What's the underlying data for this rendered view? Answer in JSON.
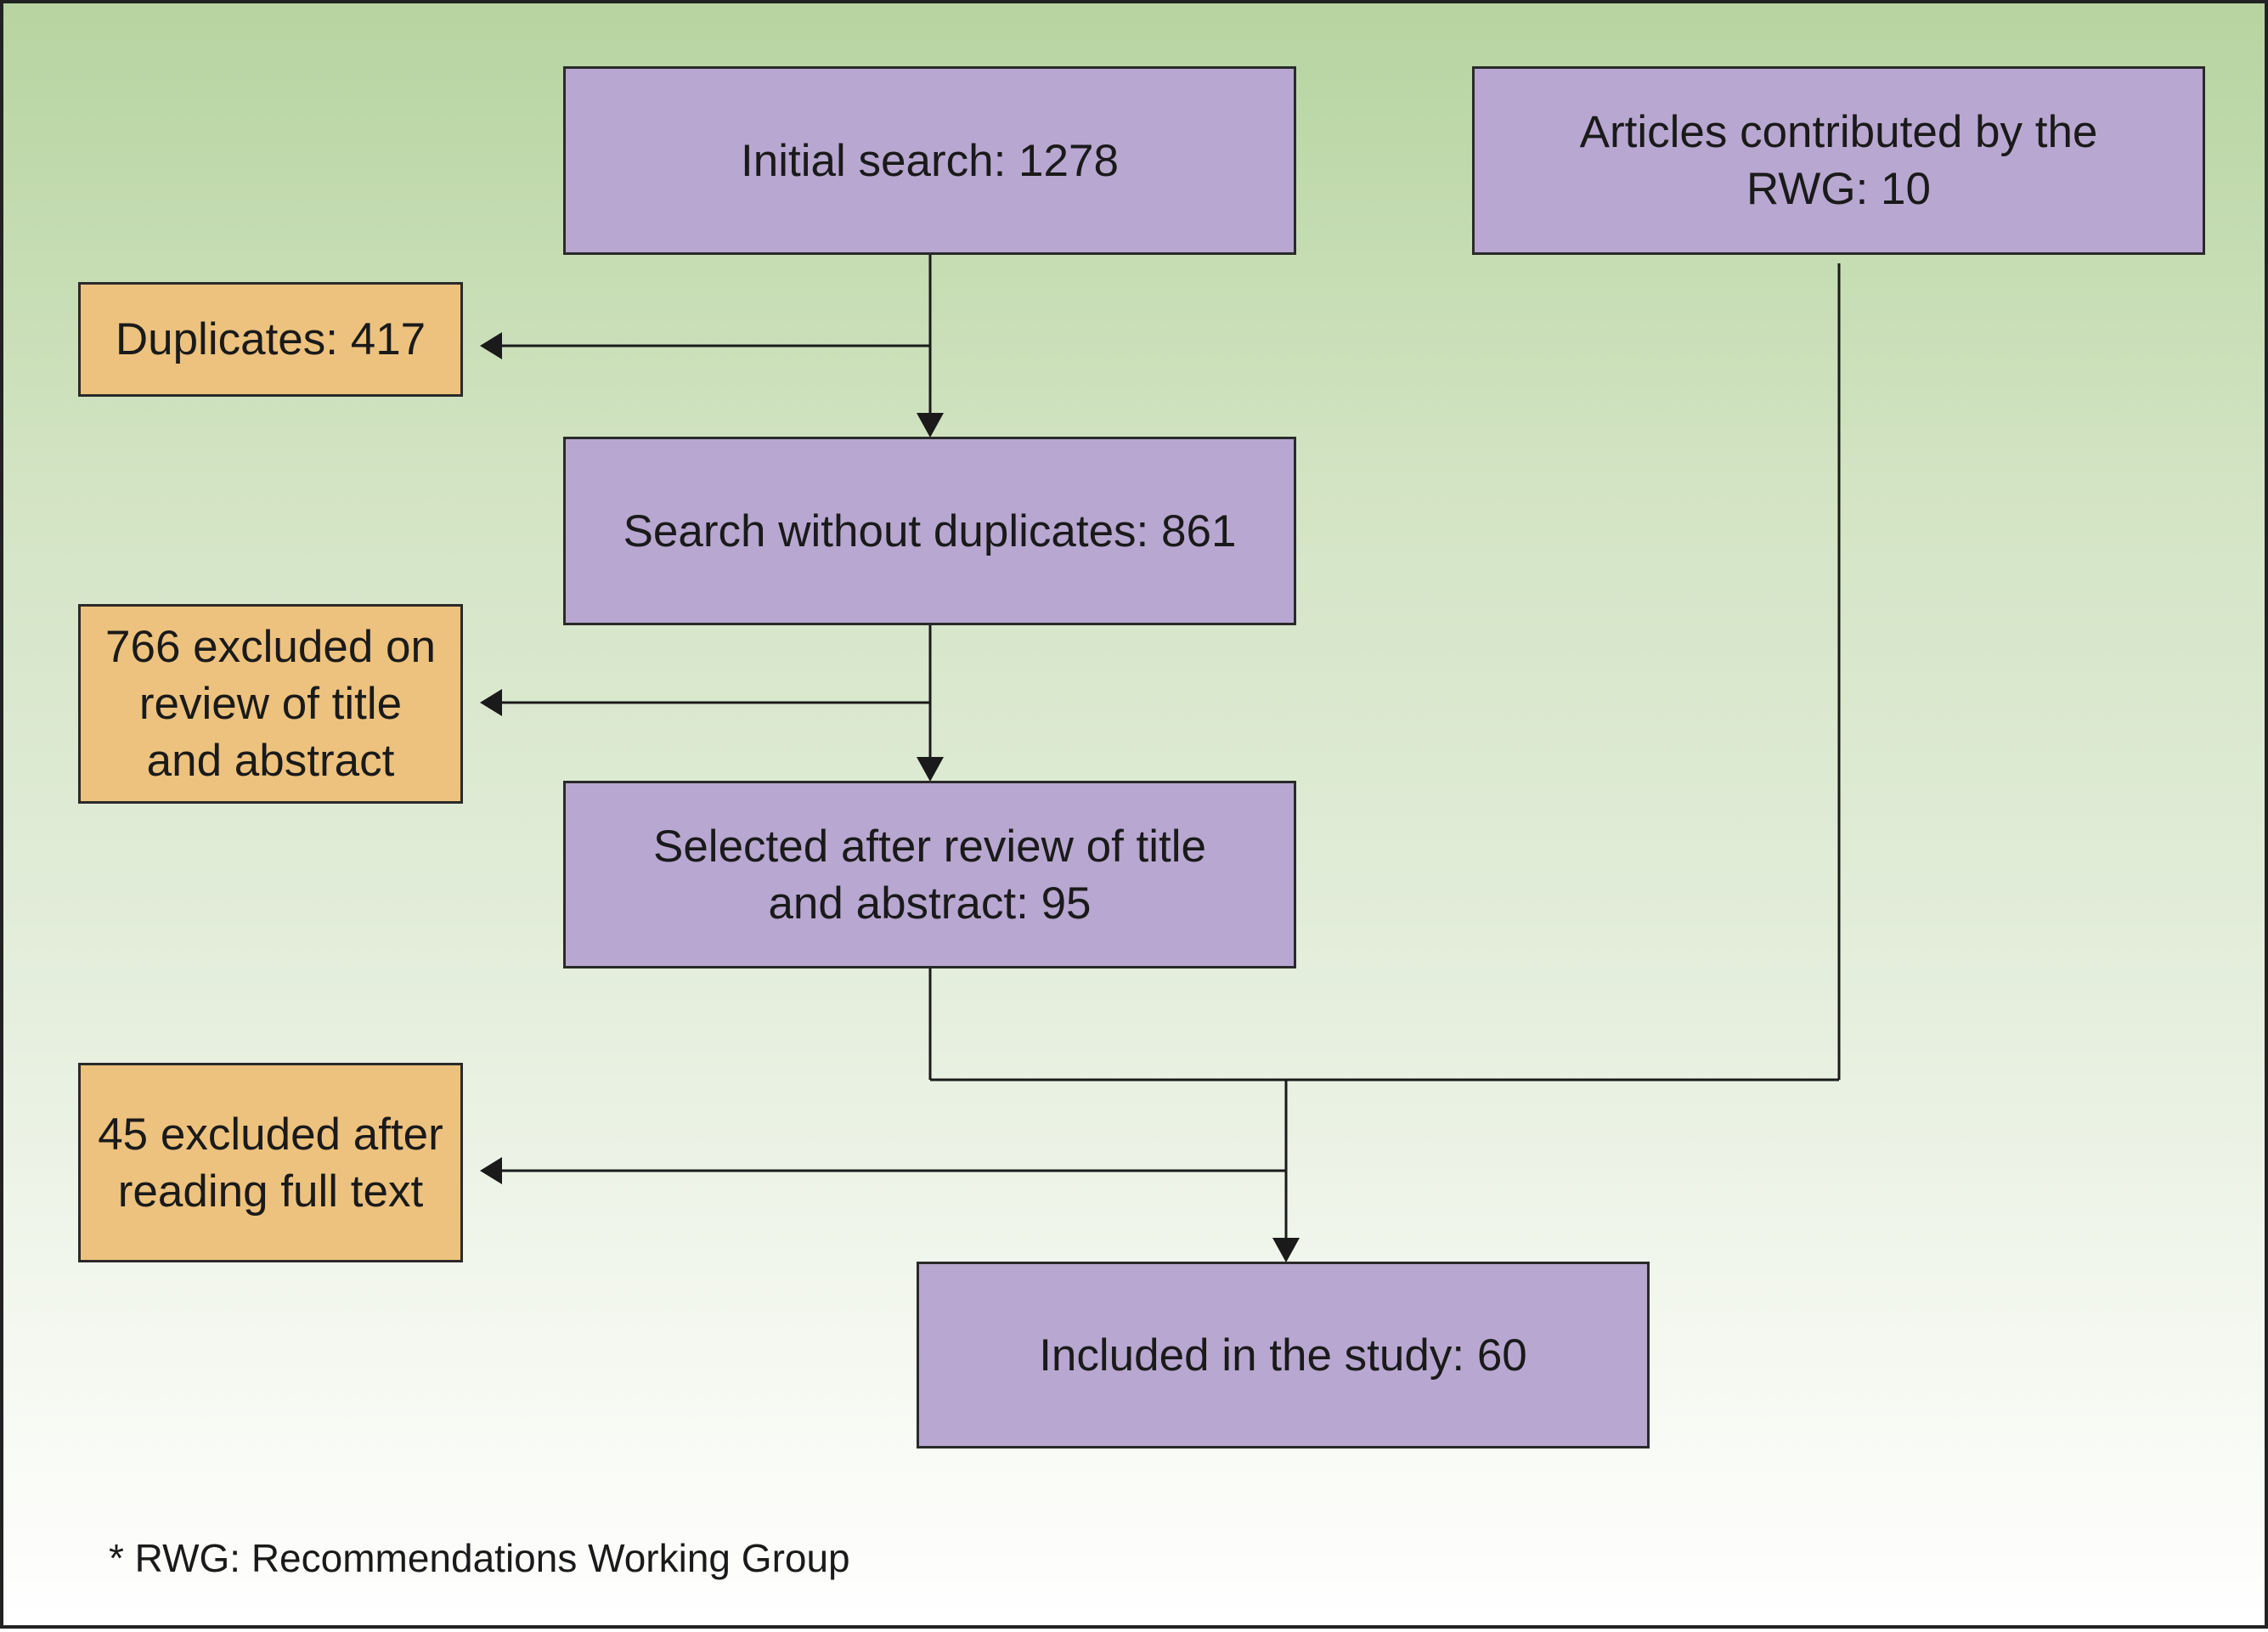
{
  "nodes": {
    "initial_search": {
      "label": "Initial search: 1278"
    },
    "rwg_articles": {
      "label": "Articles contributed by the RWG: 10"
    },
    "duplicates": {
      "label": "Duplicates: 417"
    },
    "without_duplicates": {
      "label": "Search without duplicates: 861"
    },
    "excluded_title_abstract": {
      "label": "766 excluded on review of title and abstract"
    },
    "selected_title_abstract": {
      "label": "Selected after review of title and abstract: 95"
    },
    "excluded_full_text": {
      "label": "45 excluded after reading full text"
    },
    "included": {
      "label": "Included in the study: 60"
    }
  },
  "edges": [
    {
      "from": "initial_search",
      "to": "duplicates"
    },
    {
      "from": "initial_search",
      "to": "without_duplicates"
    },
    {
      "from": "without_duplicates",
      "to": "excluded_title_abstract"
    },
    {
      "from": "without_duplicates",
      "to": "selected_title_abstract"
    },
    {
      "from": "selected_title_abstract",
      "to": "included"
    },
    {
      "from": "rwg_articles",
      "to": "included"
    },
    {
      "from": "selected_title_abstract",
      "to": "excluded_full_text"
    }
  ],
  "colors": {
    "step_box": "#b8a7d0",
    "exclusion_box": "#ecc27e",
    "line": "#1a1a1a"
  },
  "footnote": "* RWG: Recommendations Working Group"
}
